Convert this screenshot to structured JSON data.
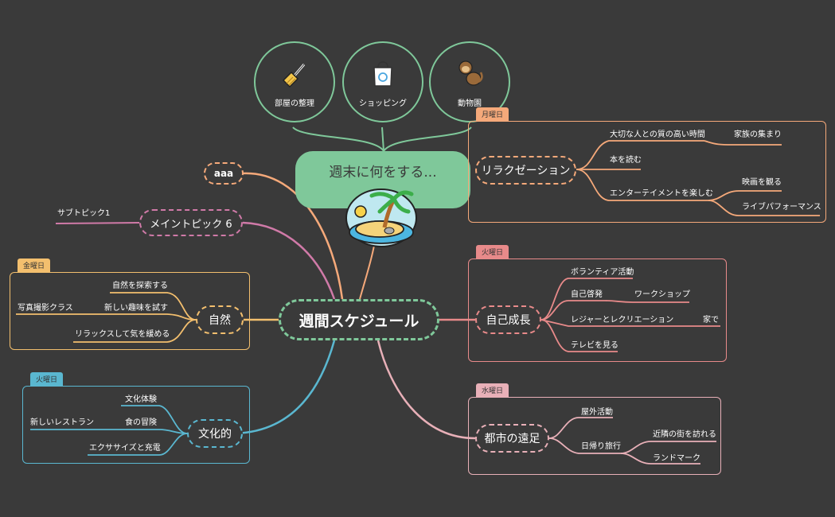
{
  "top_circles": [
    {
      "label": "部屋の整理",
      "icon": "broom-icon"
    },
    {
      "label": "ショッピング",
      "icon": "recycle-bag-icon"
    },
    {
      "label": "動物園",
      "icon": "monkey-icon"
    }
  ],
  "topic_box": "週末に何をする...",
  "central": "週間スケジュール",
  "aaa": "aaa",
  "main6": {
    "label": "メイントピック 6",
    "sub": "サブトピック1"
  },
  "relax": {
    "tag": "月曜日",
    "label": "リラクゼーション",
    "items": [
      "大切な人との質の高い時間",
      "家族の集まり",
      "本を読む",
      "エンターテイメントを楽しむ",
      "映画を観る",
      "ライブパフォーマンス"
    ]
  },
  "growth": {
    "tag": "火曜日",
    "label": "自己成長",
    "items": [
      "ボランティア活動",
      "自己啓発",
      "ワークショップ",
      "レジャーとレクリエーション",
      "家で",
      "テレビを見る"
    ]
  },
  "city": {
    "tag": "水曜日",
    "label": "都市の遠足",
    "items": [
      "屋外活動",
      "日帰り旅行",
      "近隣の街を訪れる",
      "ランドマーク"
    ]
  },
  "nature": {
    "tag": "金曜日",
    "label": "自然",
    "items": [
      "自然を探索する",
      "新しい趣味を試す",
      "写真撮影クラス",
      "リラックスして気を緩める"
    ]
  },
  "culture": {
    "tag": "火曜日",
    "label": "文化的",
    "items": [
      "文化体験",
      "食の冒険",
      "新しいレストラン",
      "エクササイズと充電"
    ]
  },
  "colors": {
    "bg": "#3a3a3a",
    "green": "#7fc89a",
    "orange": "#f5a97a",
    "pink": "#e88a8a",
    "mauve": "#e8b0b8",
    "yellow": "#f3bf6e",
    "blue": "#5ab7d0",
    "purple": "#d07aa8"
  }
}
